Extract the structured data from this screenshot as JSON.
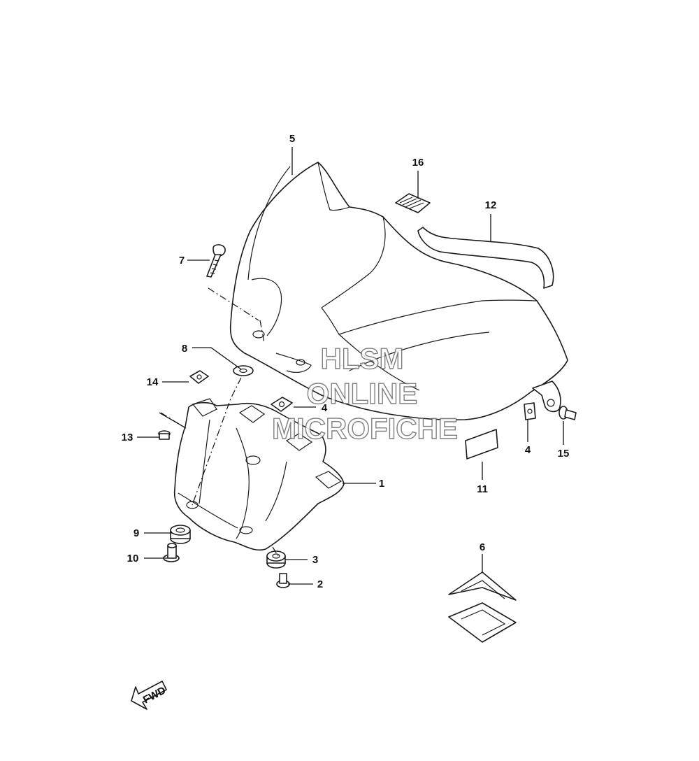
{
  "callouts": [
    {
      "label": "5"
    },
    {
      "label": "16"
    },
    {
      "label": "12"
    },
    {
      "label": "7"
    },
    {
      "label": "8"
    },
    {
      "label": "14"
    },
    {
      "label": "4"
    },
    {
      "label": "13"
    },
    {
      "label": "1"
    },
    {
      "label": "4"
    },
    {
      "label": "15"
    },
    {
      "label": "11"
    },
    {
      "label": "9"
    },
    {
      "label": "10"
    },
    {
      "label": "3"
    },
    {
      "label": "2"
    },
    {
      "label": "6"
    }
  ],
  "watermark": {
    "line1": "HLSM",
    "line2": "ONLINE",
    "line3": "MICROFICHE"
  },
  "fwd_label": "FWD"
}
